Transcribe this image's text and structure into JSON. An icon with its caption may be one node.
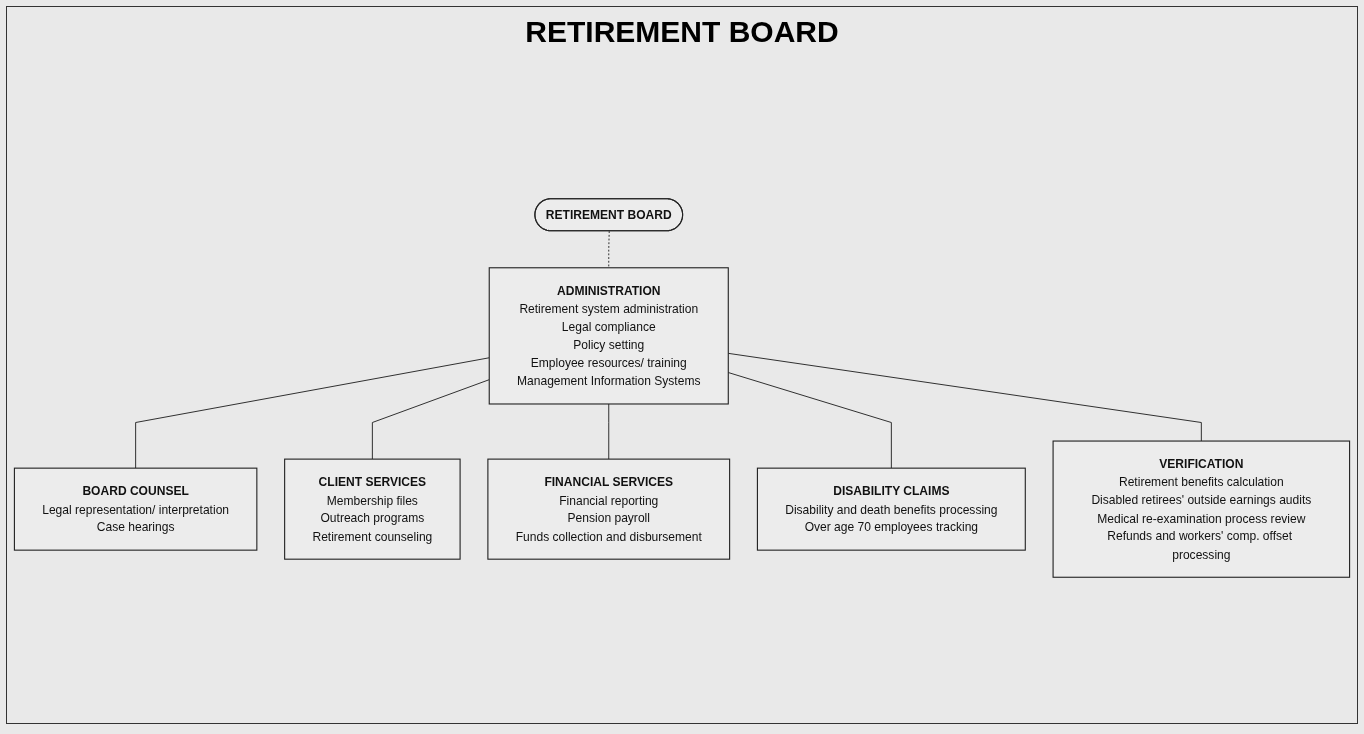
{
  "diagram": {
    "title": "RETIREMENT BOARD",
    "nodes": [
      {
        "text": [
          "RETIREMENT BOARD"
        ]
      },
      {
        "text": [
          "ADMINISTRATION",
          "Retirement system administration",
          "Legal compliance",
          "Policy setting",
          "Employee resources/ training",
          "Management Information Systems"
        ]
      },
      {
        "text": [
          "BOARD COUNSEL",
          "Legal representation/ interpretation",
          "Case hearings"
        ]
      },
      {
        "text": [
          "CLIENT SERVICES",
          "Membership files",
          "Outreach programs",
          "Retirement counseling"
        ]
      },
      {
        "text": [
          "FINANCIAL SERVICES",
          "Financial reporting",
          "Pension payroll",
          "Funds collection and disbursement"
        ]
      },
      {
        "text": [
          "DISABILITY CLAIMS",
          "Disability and death benefits processing",
          "Over age 70 employees tracking"
        ]
      },
      {
        "text": [
          "VERIFICATION",
          "Retirement benefits calculation",
          "Disabled retirees' outside earnings audits",
          "Medical re-examination process review",
          "Refunds and workers' comp. offset processing"
        ]
      }
    ],
    "edges": [
      {
        "from": 0,
        "to": 1,
        "arrow": "none",
        "style": "dashed"
      },
      {
        "from": 1,
        "to": 2,
        "arrow": "none"
      },
      {
        "from": 1,
        "to": 3,
        "arrow": "none"
      },
      {
        "from": 1,
        "to": 4,
        "arrow": "none"
      },
      {
        "from": 1,
        "to": 5,
        "arrow": "none"
      },
      {
        "from": 1,
        "to": 6,
        "arrow": "none"
      }
    ]
  }
}
